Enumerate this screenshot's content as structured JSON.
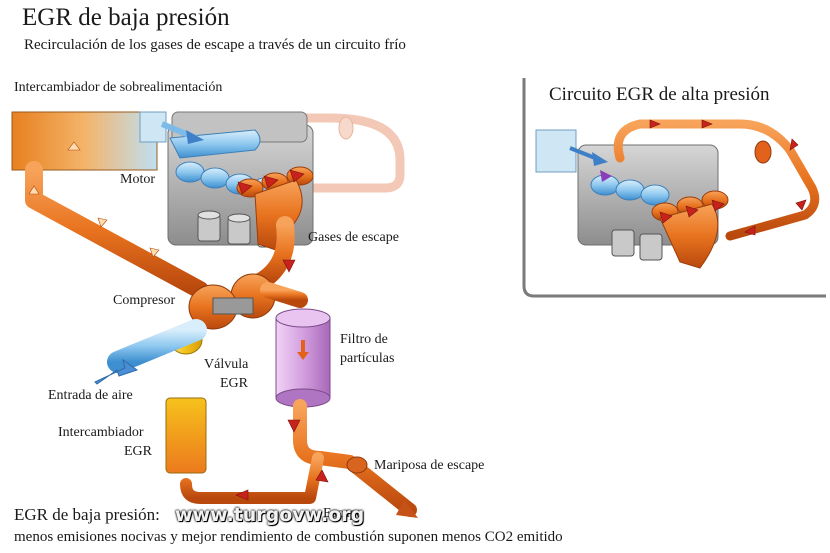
{
  "header": {
    "title": "EGR de baja presión",
    "subtitle": "Recirculación de los gases de escape a través de un circuito frío"
  },
  "labels": {
    "intercooler": "Intercambiador de sobrealimentación",
    "engine": "Motor",
    "exhaust_gases": "Gases de escape",
    "compressor": "Compresor",
    "particle_filter_line1": "Filtro de",
    "particle_filter_line2": "partículas",
    "egr_valve_line1": "Válvula",
    "egr_valve_line2": "EGR",
    "air_inlet": "Entrada de aire",
    "egr_cooler_line1": "Intercambiador",
    "egr_cooler_line2": "EGR",
    "exhaust_throttle": "Mariposa de escape",
    "exhaust": "Escape"
  },
  "inset": {
    "title": "Circuito EGR de alta presión"
  },
  "footer": {
    "heading": "EGR de baja presión:",
    "text": "menos emisiones nocivas y mejor rendimiento de combustión suponen menos CO2 emitido"
  },
  "watermark": "www.turgovw.org",
  "colors": {
    "hot_gas": "#e2621c",
    "cool_air": "#5aa9e0",
    "egr_valve": "#f2cc1e",
    "filter": "#c98fd6",
    "engine_block": "#a8a8a8"
  }
}
